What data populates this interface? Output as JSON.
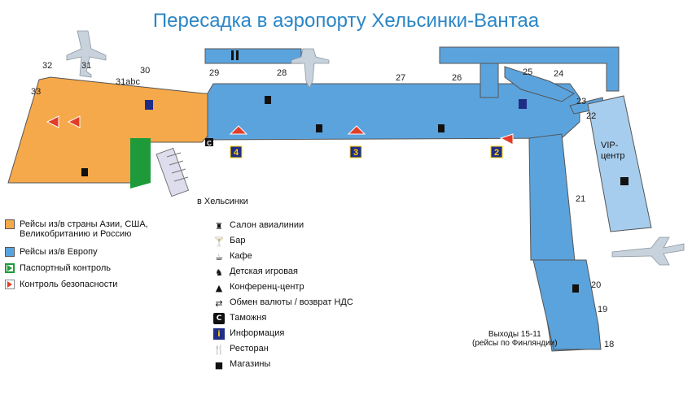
{
  "title": "Пересадка в аэропорту Хельсинки-Вантаа",
  "colors": {
    "non_schengen": "#f6a94a",
    "schengen": "#5ba3dd",
    "passport": "#1f9a3a",
    "security": "#e23d28",
    "title": "#2b86c6"
  },
  "gates": [
    "33",
    "32",
    "31",
    "30",
    "31abc",
    "29",
    "28",
    "27",
    "26",
    "25",
    "24",
    "23",
    "22",
    "21",
    "20",
    "19",
    "18"
  ],
  "checkpoints": [
    "4",
    "3",
    "2"
  ],
  "labels": {
    "to_helsinki": "в Хельсинки",
    "vip": "VIP-центр",
    "exits_line1": "Выходы 15-11",
    "exits_line2": "(рейсы по Финляндии)"
  },
  "legend_zones": [
    {
      "label": "Рейсы из/в страны Азии, США, Великобританию и Россию",
      "swatch": "non_schengen"
    },
    {
      "label": "Рейсы из/в Европу",
      "swatch": "schengen"
    },
    {
      "label": "Паспортный контроль",
      "swatch": "passport"
    },
    {
      "label": "Контроль безопасности",
      "swatch": "security"
    }
  ],
  "legend_services": [
    {
      "label": "Салон авиалинии",
      "icon": "lounge-icon"
    },
    {
      "label": "Бар",
      "icon": "bar-icon"
    },
    {
      "label": "Кафе",
      "icon": "cafe-icon"
    },
    {
      "label": "Детская игровая",
      "icon": "playroom-icon"
    },
    {
      "label": "Конференц-центр",
      "icon": "conference-icon"
    },
    {
      "label": "Обмен валюты / возврат НДС",
      "icon": "exchange-icon"
    },
    {
      "label": "Таможня",
      "icon": "customs-icon"
    },
    {
      "label": "Информация",
      "icon": "info-icon"
    },
    {
      "label": "Ресторан",
      "icon": "restaurant-icon"
    },
    {
      "label": "Магазины",
      "icon": "shop-icon"
    }
  ]
}
